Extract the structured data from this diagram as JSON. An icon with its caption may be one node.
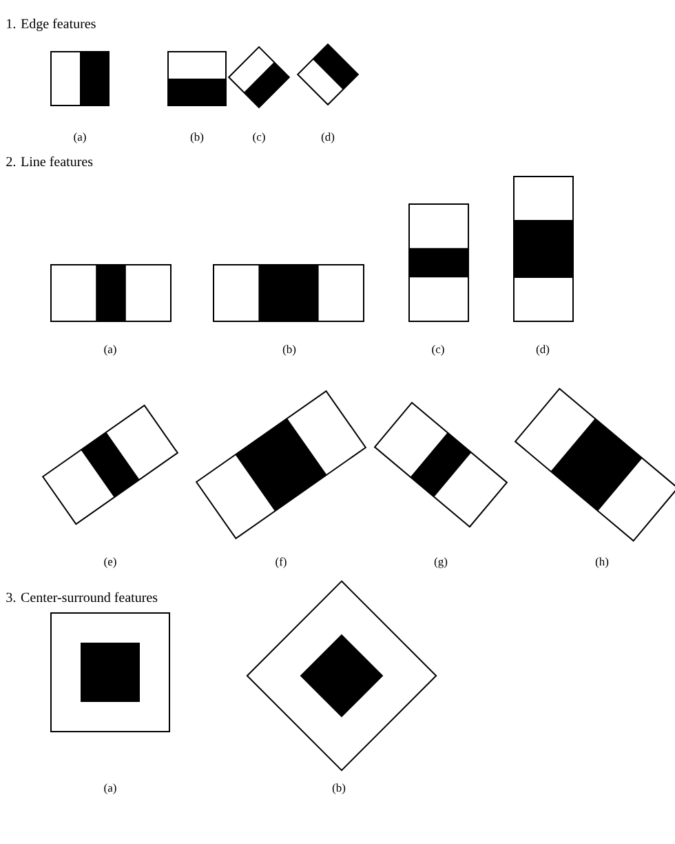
{
  "diagram": {
    "labels": [
      "1. Edge features",
      "(a)",
      "(b)",
      "(c)",
      "(d)",
      "2. Line features",
      "(a)",
      "(b)",
      "(c)",
      "(d)",
      "(e)",
      "(f)",
      "(g)",
      "(h)",
      "3. Center-surround features",
      "(a)",
      "(b)"
    ]
  }
}
